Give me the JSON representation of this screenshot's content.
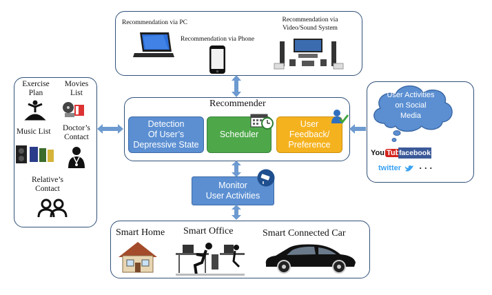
{
  "recommendation_panel": {
    "pc": "Recommendation via PC",
    "phone": "Recommendation via Phone",
    "video_line1": "Recommendation via",
    "video_line2": "Video/Sound System"
  },
  "recommender": {
    "title": "Recommender",
    "detection_l1": "Detection",
    "detection_l2": "Of User’s",
    "detection_l3": "Depressive State",
    "scheduler": "Scheduler",
    "feedback_l1": "User",
    "feedback_l2": "Feedback/",
    "feedback_l3": "Preference"
  },
  "left_panel": {
    "exercise_l1": "Exercise",
    "exercise_l2": "Plan",
    "movies_l1": "Movies",
    "movies_l2": "List",
    "music": "Music List",
    "doctor_l1": "Doctor’s",
    "doctor_l2": "Contact",
    "relative_l1": "Relative’s",
    "relative_l2": "Contact"
  },
  "right_panel": {
    "cloud_l1": "User Activities",
    "cloud_l2": "on Social",
    "cloud_l3": "Media",
    "youtube_you": "You",
    "youtube_tube": "Tube",
    "facebook": "facebook",
    "twitter": "twitter",
    "ellipsis": "· · ·"
  },
  "monitor": {
    "line1": "Monitor",
    "line2": "User Activities"
  },
  "bottom_panel": {
    "home": "Smart Home",
    "office": "Smart Office",
    "car": "Smart Connected Car"
  },
  "colors": {
    "blue_box": "#5b8fd2",
    "green_box": "#4ea84a",
    "orange_box": "#f5b21f",
    "arrow": "#6d9ad0",
    "border": "#2f4f78"
  }
}
